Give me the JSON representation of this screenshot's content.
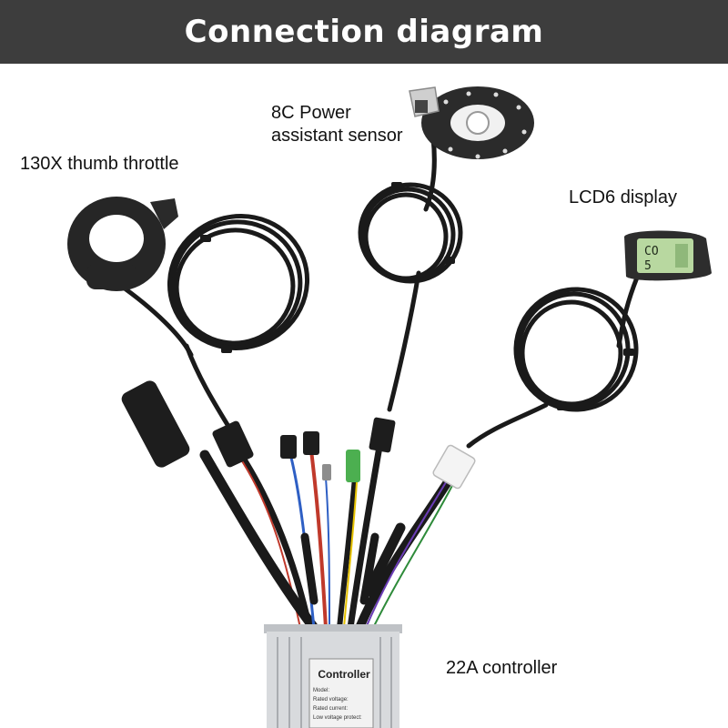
{
  "header": {
    "title": "Connection diagram"
  },
  "labels": {
    "throttle": "130X thumb throttle",
    "pas_line1": "8C Power",
    "pas_line2": "assistant sensor",
    "lcd": "LCD6 display",
    "controller": "22A controller"
  },
  "controller_plate": {
    "heading": "Controller",
    "lines": [
      "Model:",
      "Rated voltage:",
      "Rated current:",
      "Low voltage protect:"
    ]
  },
  "lcd_screen": {
    "line1": "CO",
    "line2": "5"
  },
  "colors": {
    "header_bg": "#3d3d3d",
    "header_text": "#ffffff",
    "cable": "#1a1a1a",
    "connector_green": "#4caf50",
    "wire_red": "#c0392b",
    "wire_blue": "#2e5fc4",
    "wire_yellow": "#e6c200",
    "lcd_screen": "#b8d8a0",
    "controller_body": "#d8dadd"
  }
}
